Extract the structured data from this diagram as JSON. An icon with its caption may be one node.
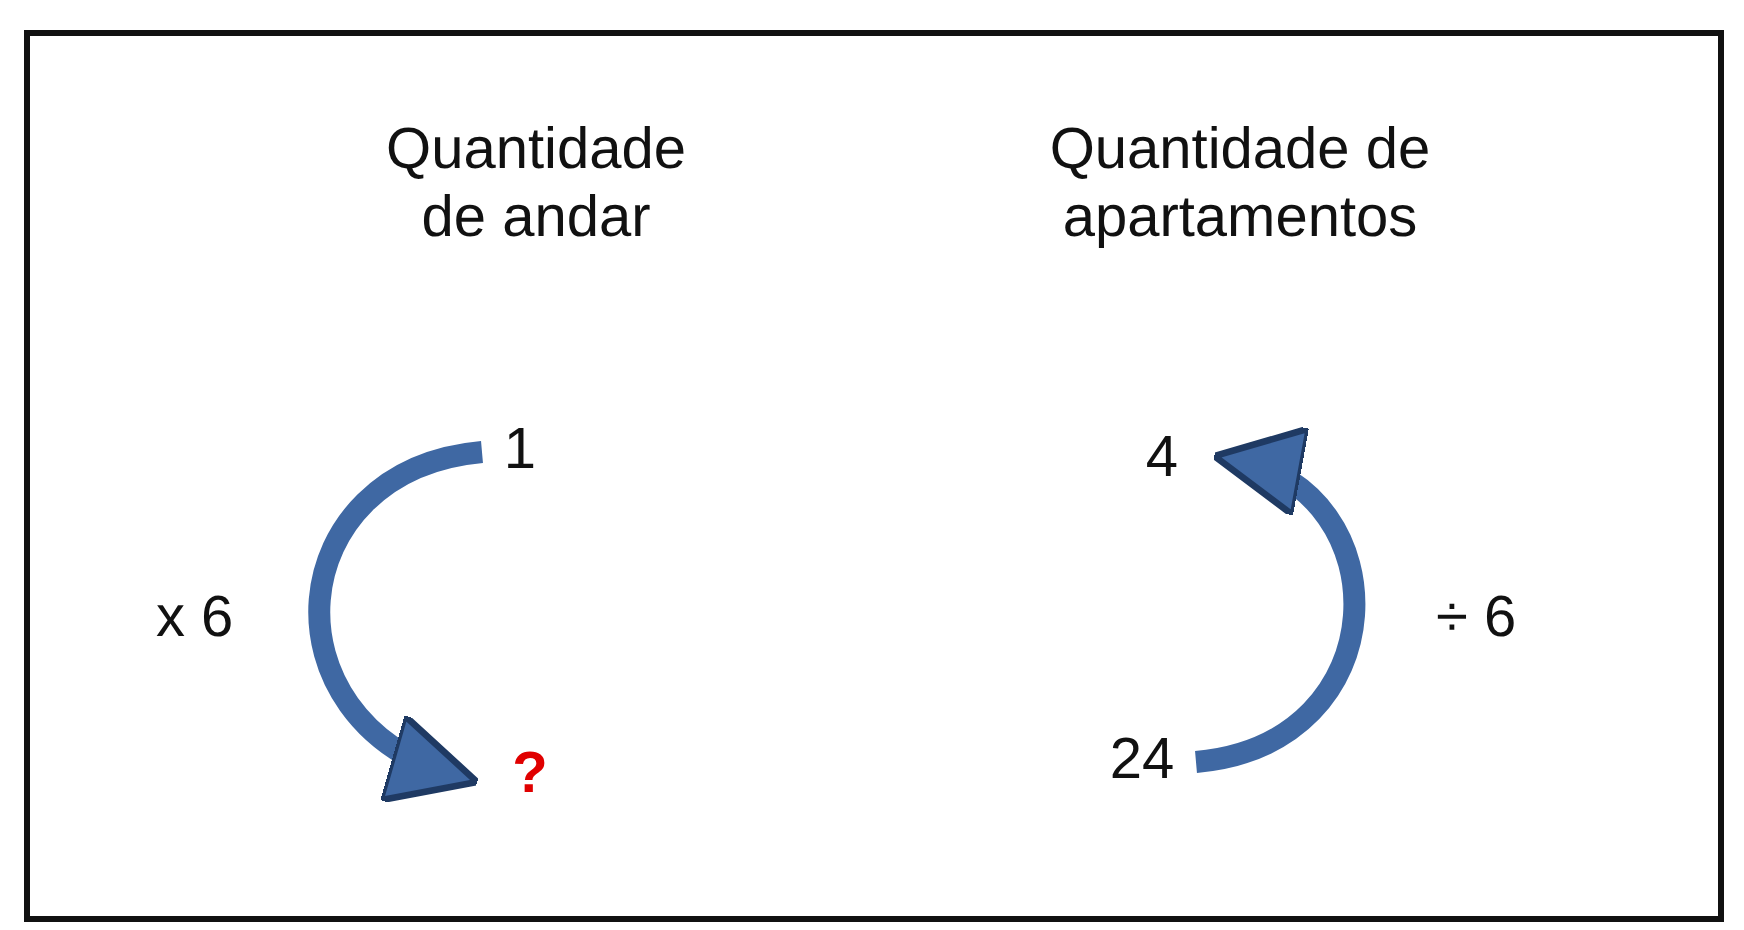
{
  "diagram": {
    "nodes": [
      {
        "text": [
          "1"
        ]
      },
      {
        "text": [
          "?"
        ]
      },
      {
        "text": [
          "4"
        ]
      },
      {
        "text": [
          "24"
        ]
      }
    ],
    "edges": [
      {
        "from": 0,
        "to": 1,
        "arrow": "to",
        "label": "x 6"
      },
      {
        "from": 3,
        "to": 2,
        "arrow": "to",
        "label": "÷ 6"
      }
    ],
    "labels": [
      "Quantidade de andar",
      "Quantidade de apartamentos"
    ]
  }
}
